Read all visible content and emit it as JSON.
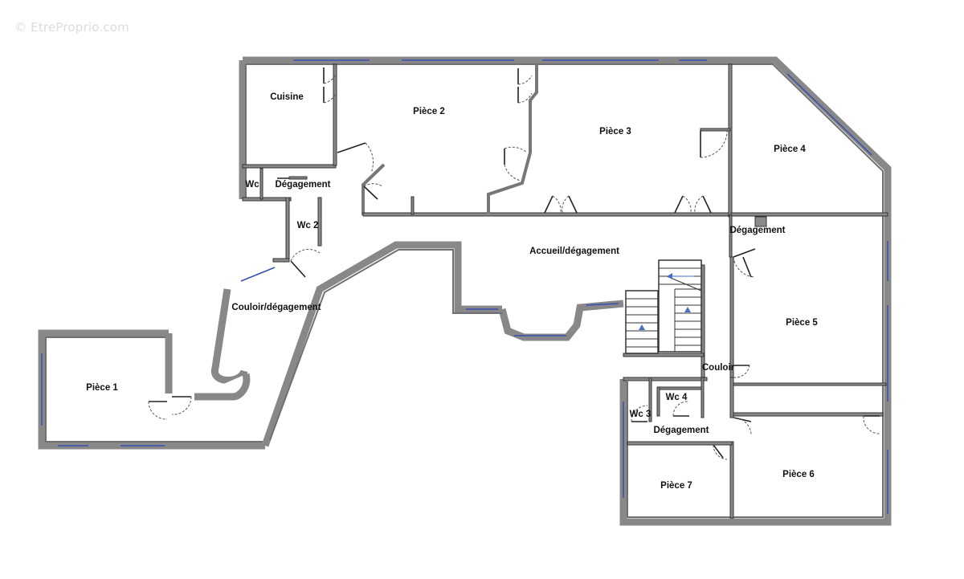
{
  "watermark": "© EtreProprio.com",
  "rooms": {
    "cuisine": "Cuisine",
    "piece2": "Pièce 2",
    "piece3": "Pièce 3",
    "piece4": "Pièce 4",
    "wc": "Wc",
    "degagement1": "Dégagement",
    "wc2": "Wc 2",
    "degagement2": "Dégagement",
    "accueil": "Accueil/dégagement",
    "couloir_degagement": "Couloir/dégagement",
    "piece1": "Pièce 1",
    "piece5": "Pièce 5",
    "couloir": "Couloir",
    "wc4": "Wc 4",
    "wc3": "Wc 3",
    "degagement3": "Dégagement",
    "piece7": "Pièce 7",
    "piece6": "Pièce 6"
  },
  "colors": {
    "wall": "#888888",
    "window": "#3a4fb0",
    "stair_arrow": "#4a6fc8"
  }
}
